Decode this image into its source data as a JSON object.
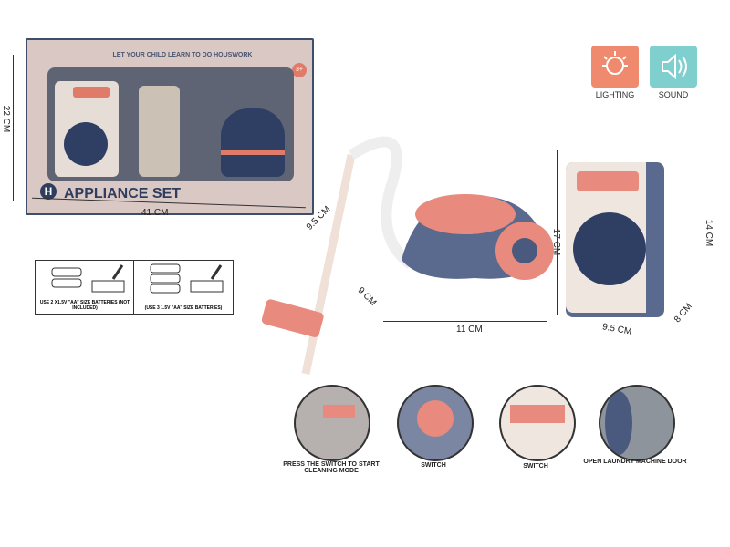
{
  "package": {
    "title": "APPLIANCE SET",
    "badge": "H",
    "slogan": "LET YOUR CHILD LEARN TO DO HOUSWORK",
    "age": "3+",
    "height": "22 CM",
    "width": "41 CM",
    "depth": "9.5 CM"
  },
  "features": [
    {
      "label": "LIGHTING",
      "icon": "lighting-icon",
      "color": "#ef8a6e"
    },
    {
      "label": "SOUND",
      "icon": "sound-icon",
      "color": "#7fcfcf"
    }
  ],
  "batteries": [
    {
      "text": "USE 2 X1.5V \"AA\" SIZE BATTERIES (NOT INCLUDED)"
    },
    {
      "text": "(USE 3 1.5V \"AA\" SIZE BATTERIES)"
    }
  ],
  "vacuum": {
    "depth": "9 CM",
    "width": "11 CM",
    "height": "17 CM"
  },
  "washer": {
    "height": "14 CM",
    "width": "9.5 CM",
    "depth": "8 CM"
  },
  "details": [
    {
      "caption": "PRESS THE SWITCH TO START CLEANING MODE"
    },
    {
      "caption": "SWITCH"
    },
    {
      "caption": "SWITCH"
    },
    {
      "caption": "OPEN LAUNDRY MACHINE DOOR"
    }
  ],
  "colors": {
    "navy": "#4a5a7e",
    "salmon": "#e88a7e",
    "cream": "#efe6df"
  }
}
